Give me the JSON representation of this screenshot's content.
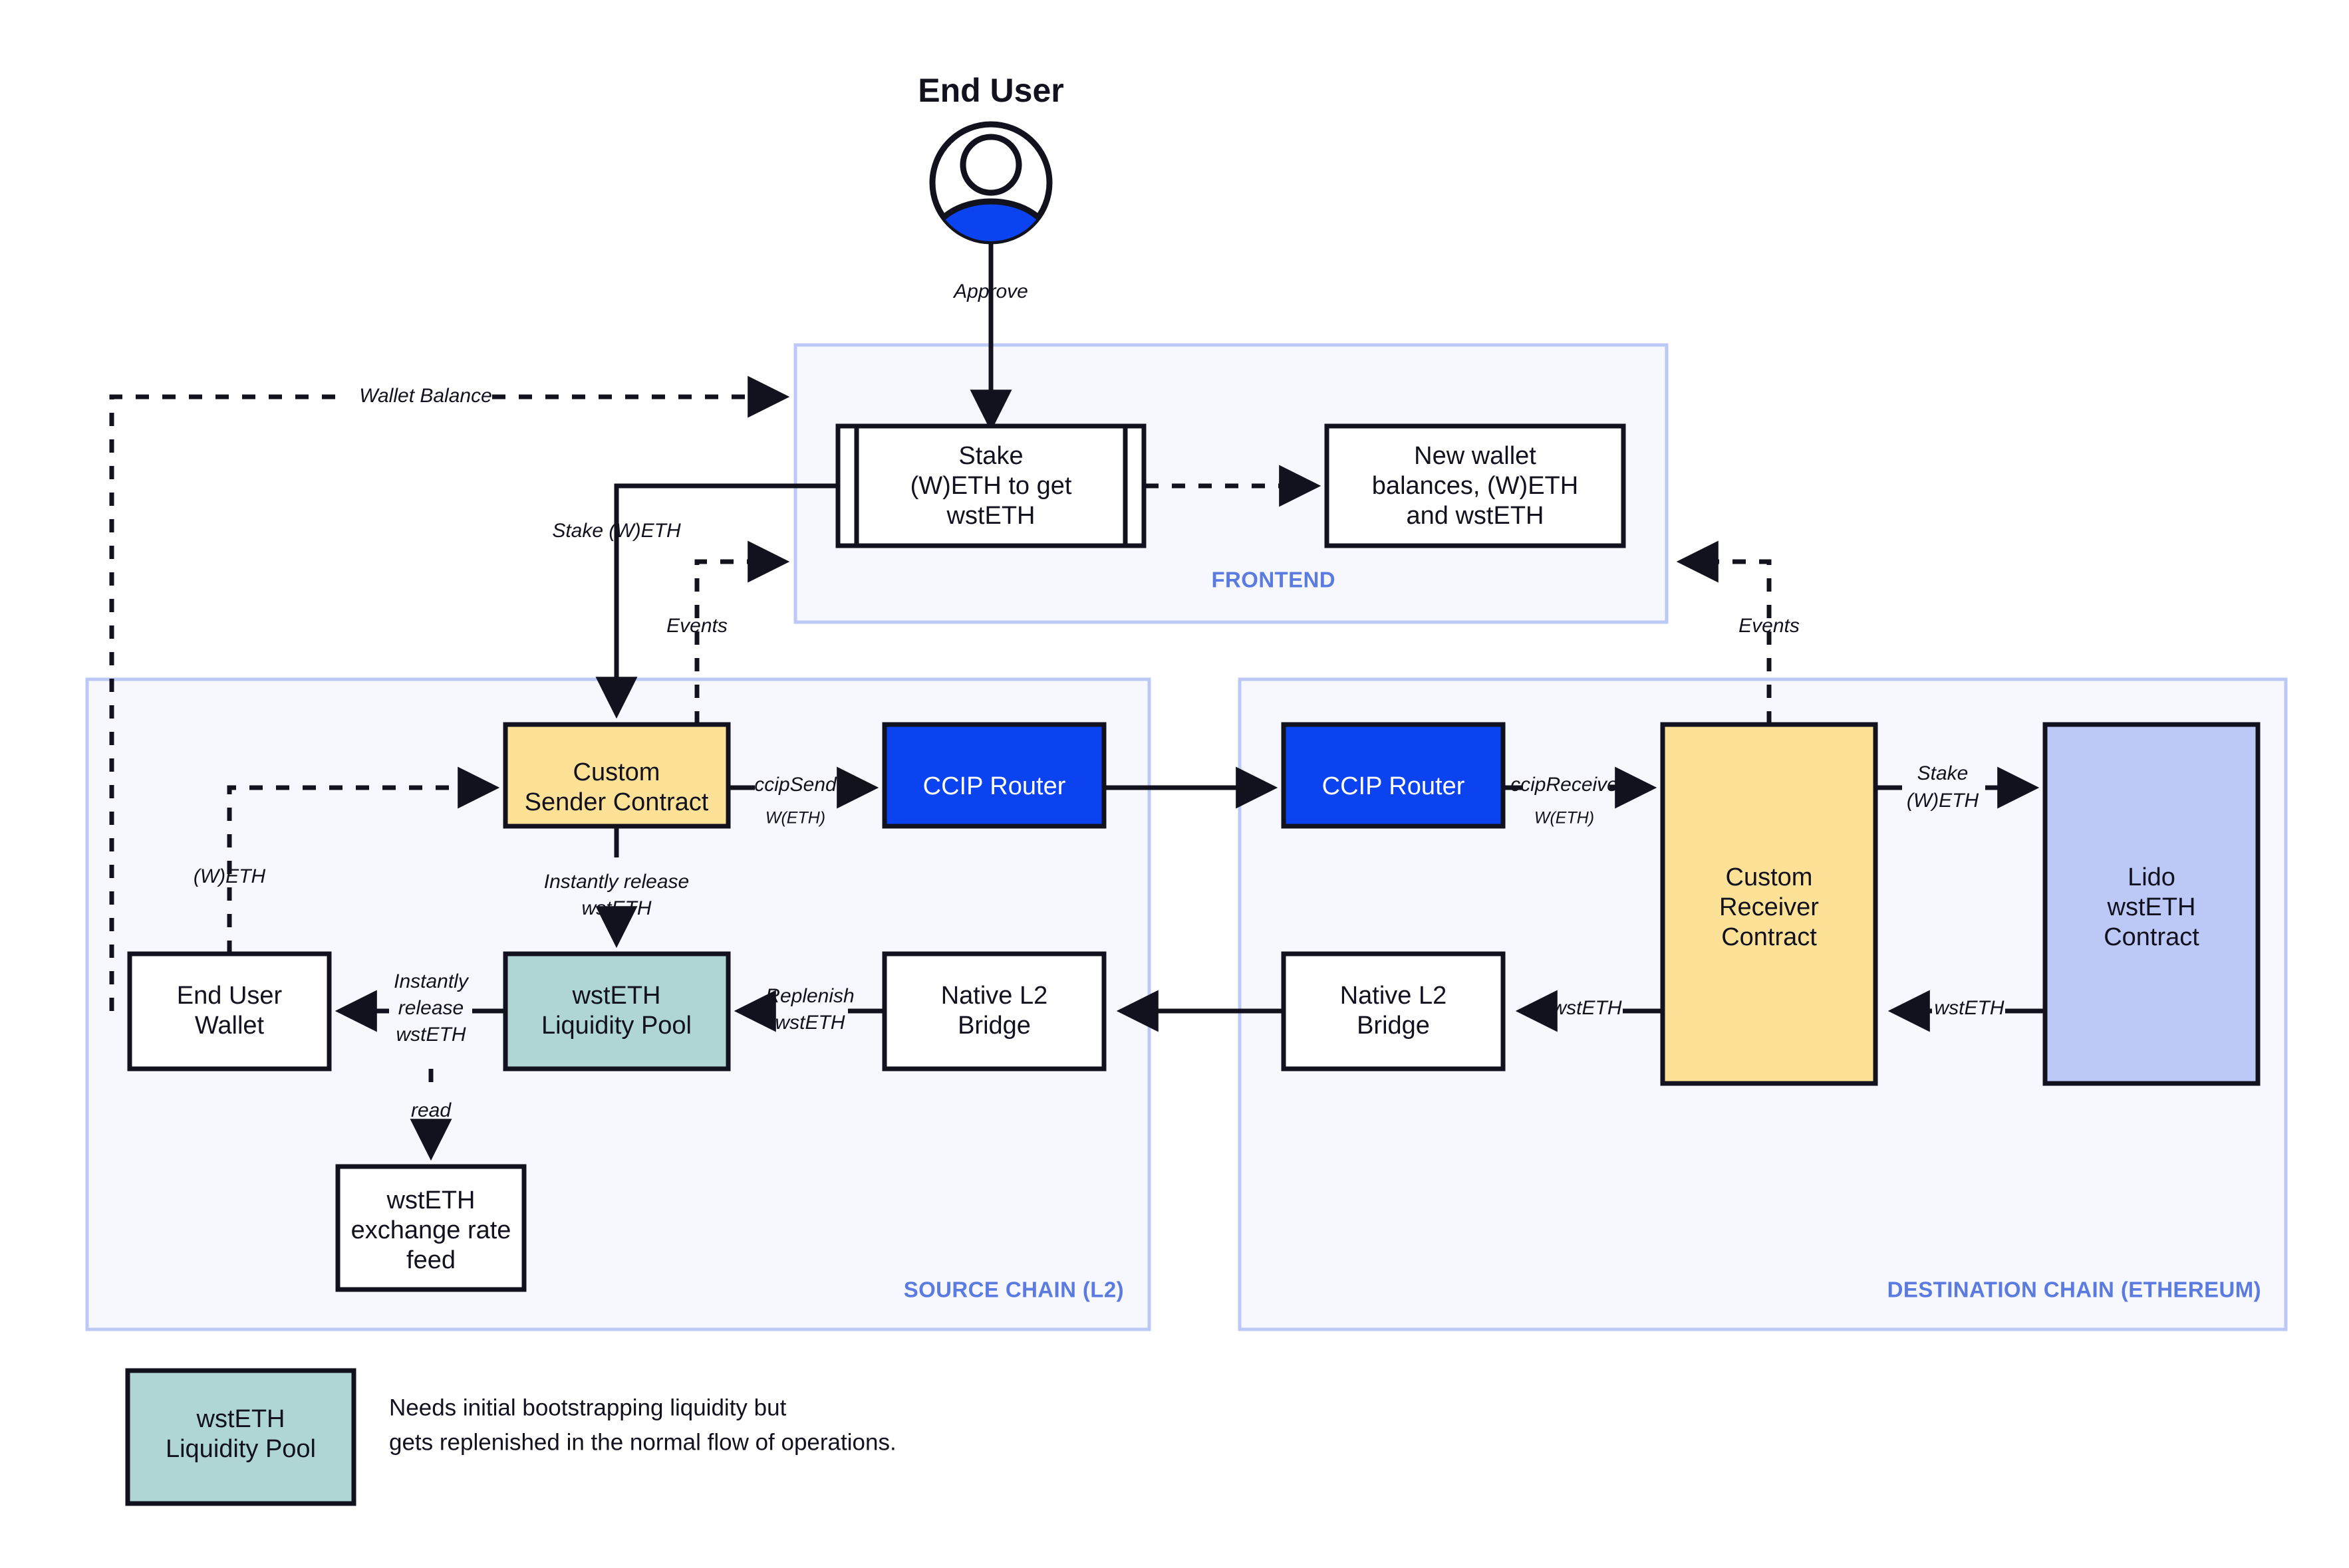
{
  "title": "End User",
  "actor": {
    "name": "End User",
    "icon": "user-avatar-icon"
  },
  "colors": {
    "accent_blue": "#0b43f0",
    "yellow": "#fde197",
    "teal": "#afd6d2",
    "lavender": "#bcc9f7",
    "zone_fill": "#f6f8fe",
    "zone_border": "#bcc9f7",
    "zone_label": "#5b7be0",
    "stroke": "#12121f",
    "white": "#ffffff"
  },
  "zones": [
    {
      "id": "frontend",
      "label": "FRONTEND"
    },
    {
      "id": "source",
      "label": "SOURCE CHAIN (L2)"
    },
    {
      "id": "destination",
      "label": "DESTINATION CHAIN (ETHEREUM)"
    }
  ],
  "nodes": {
    "stake_form": {
      "lines": [
        "Stake",
        "(W)ETH to get",
        "wstETH"
      ]
    },
    "new_balances": {
      "lines": [
        "New wallet",
        "balances, (W)ETH",
        "and wstETH"
      ]
    },
    "sender_contract": {
      "lines": [
        "Custom",
        "Sender Contract"
      ]
    },
    "ccip_router_src": {
      "lines": [
        "CCIP Router"
      ]
    },
    "ccip_router_dst": {
      "lines": [
        "CCIP Router"
      ]
    },
    "receiver_contract": {
      "lines": [
        "Custom",
        "Receiver",
        "Contract"
      ]
    },
    "lido_contract": {
      "lines": [
        "Lido",
        "wstETH",
        "Contract"
      ]
    },
    "end_user_wallet": {
      "lines": [
        "End User",
        "Wallet"
      ]
    },
    "liquidity_pool": {
      "lines": [
        "wstETH",
        "Liquidity Pool"
      ]
    },
    "bridge_src": {
      "lines": [
        "Native L2",
        "Bridge"
      ]
    },
    "bridge_dst": {
      "lines": [
        "Native L2",
        "Bridge"
      ]
    },
    "rate_feed": {
      "lines": [
        "wstETH",
        "exchange rate",
        "feed"
      ]
    }
  },
  "edges": {
    "approve": "Approve",
    "wallet_balance": "Wallet Balance",
    "stake_weth": "Stake (W)ETH",
    "events_src": "Events",
    "events_dst": "Events",
    "weth": "(W)ETH",
    "ccip_send": "ccipSend",
    "ccip_send_token": "W(ETH)",
    "ccip_receive": "ccipReceive",
    "ccip_receive_token": "W(ETH)",
    "stake_weth_dst_1": "Stake",
    "stake_weth_dst_2": "(W)ETH",
    "instant_release_1": "Instantly release",
    "instant_release_2": "wstETH",
    "instant_release_w1": "Instantly",
    "instant_release_w2": "release",
    "instant_release_w3": "wstETH",
    "replenish_1": "Replenish",
    "replenish_2": "wstETH",
    "wsteth_dst_a": "wstETH",
    "wsteth_dst_b": "wstETH",
    "read": "read"
  },
  "legend": {
    "swatch_lines": [
      "wstETH",
      "Liquidity Pool"
    ],
    "note_lines": [
      "Needs initial bootstrapping liquidity but",
      "gets replenished in the normal flow of operations."
    ]
  }
}
